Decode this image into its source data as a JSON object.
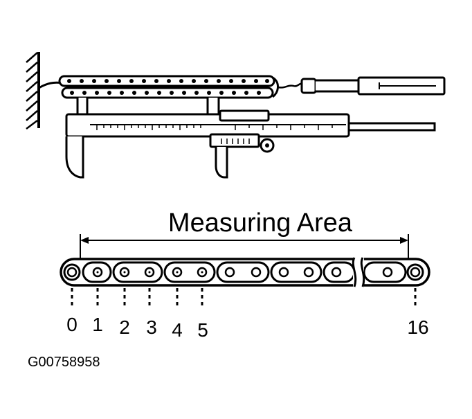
{
  "diagram": {
    "heading": "Measuring Area",
    "pin_labels": [
      "0",
      "1",
      "2",
      "3",
      "4",
      "5",
      "16"
    ],
    "figure_code": "G00758958",
    "ink_color": "#000000",
    "background_color": "#ffffff"
  }
}
